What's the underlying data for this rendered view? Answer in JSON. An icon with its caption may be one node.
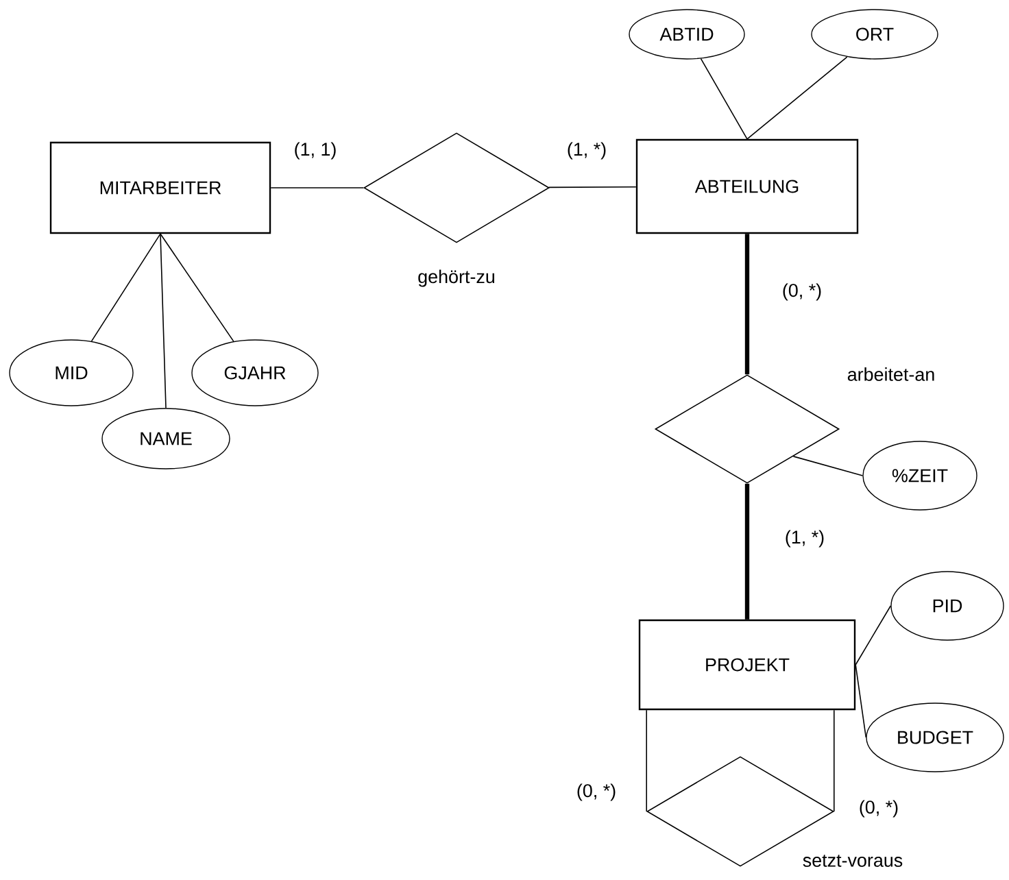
{
  "diagram": {
    "nodes": [
      {
        "text": [
          "ABTID"
        ]
      },
      {
        "text": [
          "ORT"
        ]
      },
      {
        "text": [
          "MITARBEITER"
        ]
      },
      {
        "text": [],
        "shape": "diamond",
        "beside": [
          "gehört-zu"
        ]
      },
      {
        "text": [
          "ABTEILUNG"
        ]
      },
      {
        "text": [],
        "shape": "diamond",
        "beside": [
          "arbeitet-an"
        ]
      },
      {
        "text": [
          "MID"
        ]
      },
      {
        "text": [
          "GJAHR"
        ]
      },
      {
        "text": [
          "NAME"
        ]
      },
      {
        "text": [
          "%ZEIT"
        ]
      },
      {
        "text": [
          "PID"
        ]
      },
      {
        "text": [
          "PROJEKT"
        ]
      },
      {
        "text": [
          "BUDGET"
        ]
      },
      {
        "text": [],
        "shape": "diamond",
        "beside": [
          "setzt-voraus"
        ]
      }
    ],
    "edges": [
      {
        "from": 2,
        "to": 3,
        "arrow": "none",
        "label": "(1, 1)"
      },
      {
        "from": 3,
        "to": 4,
        "arrow": "none",
        "label": "(1, *)"
      },
      {
        "from": 0,
        "to": 4,
        "arrow": "none"
      },
      {
        "from": 1,
        "to": 4,
        "arrow": "none"
      },
      {
        "from": 6,
        "to": 2,
        "arrow": "none"
      },
      {
        "from": 8,
        "to": 2,
        "arrow": "none"
      },
      {
        "from": 7,
        "to": 2,
        "arrow": "none"
      },
      {
        "from": 4,
        "to": 5,
        "arrow": "none",
        "label": "(0, *)",
        "style": "thick"
      },
      {
        "from": 9,
        "to": 5,
        "arrow": "none"
      },
      {
        "from": 5,
        "to": 11,
        "arrow": "none",
        "label": "(1, *)",
        "style": "thick"
      },
      {
        "from": 10,
        "to": 11,
        "arrow": "none"
      },
      {
        "from": 12,
        "to": 11,
        "arrow": "none"
      },
      {
        "from": 11,
        "to": 13,
        "arrow": "none",
        "label": "(0, *)"
      },
      {
        "from": 11,
        "to": 13,
        "arrow": "none",
        "label": "(0, *)"
      }
    ]
  }
}
